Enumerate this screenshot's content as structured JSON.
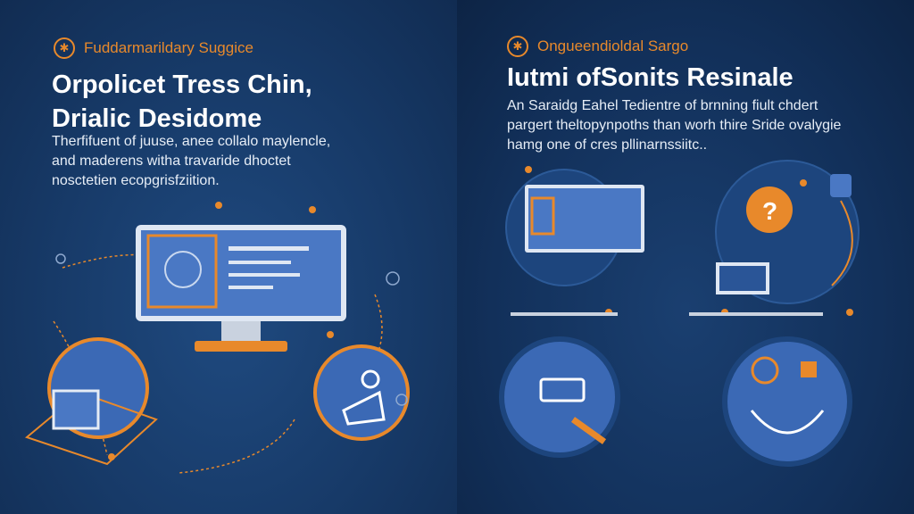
{
  "left": {
    "kicker": "Fuddarmarildary Suggice",
    "kicker_icon": "gear-badge-icon",
    "title_line1": "Orpolicet Tress Chin,",
    "title_line2": "Drialic Desidome",
    "body": "Therfifuent of juuse, anee collalo maylencle, and maderens witha travaride dhoctet nosctetien ecopgrisfziition."
  },
  "right": {
    "kicker": "Ongueendioldal Sargo",
    "kicker_icon": "gear-badge-icon",
    "title": "Iutmi ofSonits Resinale",
    "body": "An Saraidg Eahel Tedientre of brnning fiult chdert pargert theltopynpoths than worh thire Sride ovalygie hamg one of cres pllinarnssiitc.."
  },
  "colors": {
    "accent": "#e8892b",
    "panel_left": "#173a68",
    "panel_right": "#12305a",
    "screen": "#4a78c4"
  }
}
